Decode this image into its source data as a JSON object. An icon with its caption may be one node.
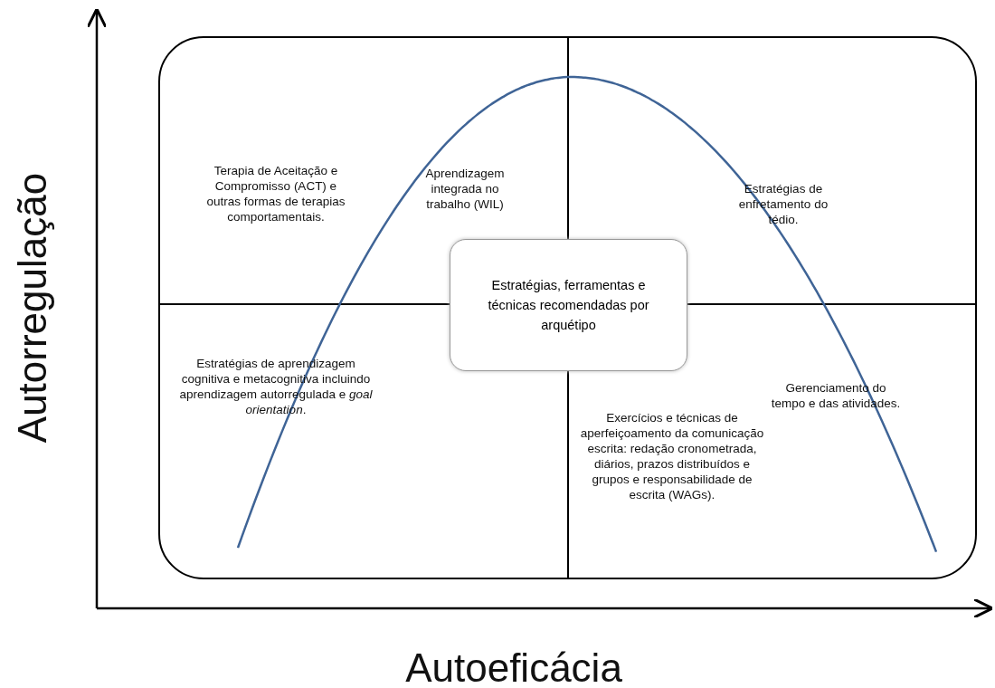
{
  "diagram": {
    "nodes": [
      {
        "text": [],
        "shape": "box"
      },
      {
        "text": [
          "Estratégias, ferramentas e técnicas recomendadas por arquétipo"
        ],
        "in": 0
      }
    ],
    "labels": [
      "Terapia de Aceitação e Compromisso (ACT) e outras formas de terapias comportamentais.",
      "Aprendizagem integrada no trabalho (WIL)",
      "Estratégias de enfretamento do tédio.",
      "Estratégias de aprendizagem cognitiva e metacognitiva incluindo aprendizagem autorregulada e *goal orientation*.",
      "Gerenciamento do tempo e das atividades.",
      "Exercícios e técnicas de aperfeiçoamento da comunicação escrita: redação cronometrada, diários, prazos distribuídos e grupos e responsabilidade de escrita (WAGs).",
      "Autorregulação",
      "Autoeficácia"
    ]
  }
}
